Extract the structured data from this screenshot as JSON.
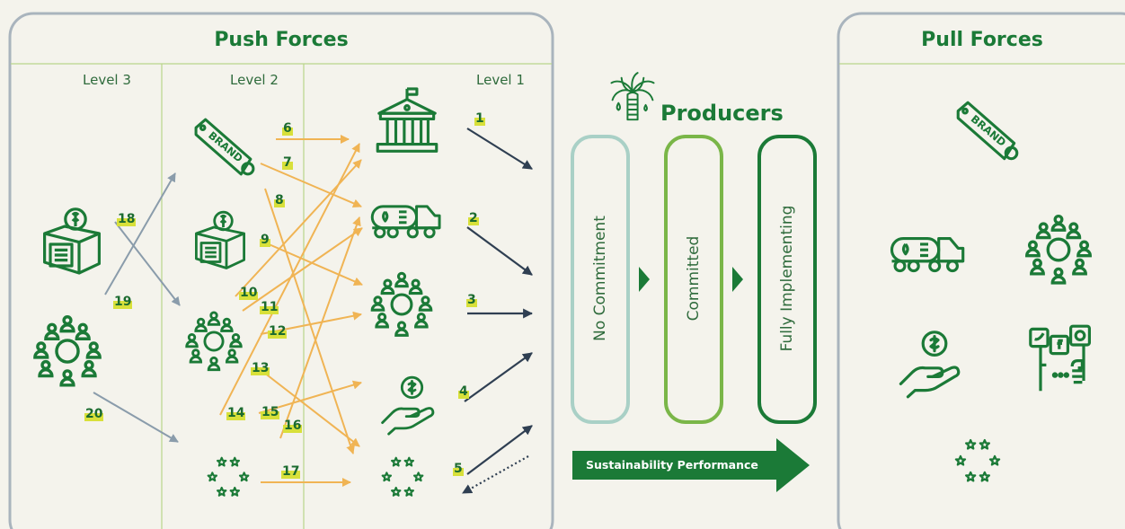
{
  "push_panel": {
    "title": "Push Forces",
    "levels": [
      "Level 3",
      "Level 2",
      "Level 1"
    ]
  },
  "pull_panel": {
    "title": "Pull Forces"
  },
  "producers": {
    "title": "Producers",
    "stages": [
      "No Commitment",
      "Committed",
      "Fully Implementing"
    ],
    "performance_label": "Sustainability Performance"
  },
  "flow_numbers": [
    "1",
    "2",
    "3",
    "4",
    "5",
    "6",
    "7",
    "8",
    "9",
    "10",
    "11",
    "12",
    "13",
    "14",
    "15",
    "16",
    "17",
    "18",
    "19",
    "20"
  ],
  "icons": {
    "level3": [
      "investor-box-icon",
      "stakeholder-circle-icon"
    ],
    "level2": [
      "brand-tag-icon",
      "investor-box-icon",
      "stakeholder-circle-icon",
      "star-ring-icon"
    ],
    "level1": [
      "government-building-icon",
      "tanker-truck-icon",
      "stakeholder-circle-icon",
      "hand-money-icon",
      "star-ring-icon"
    ],
    "pull": [
      "brand-tag-icon",
      "tanker-truck-icon",
      "stakeholder-circle-icon",
      "hand-money-icon",
      "social-media-icon",
      "star-ring-icon"
    ]
  },
  "colors": {
    "green_dark": "#1b7a37",
    "green_mid": "#7ab648",
    "green_light": "#a9d0c6",
    "panel_border": "#a9b4bd",
    "arrow_orange": "#f0b454",
    "arrow_gray": "#8a9cab",
    "arrow_navy": "#2f3f52",
    "highlight": "#d8e03a",
    "background": "#f4f3ec"
  }
}
